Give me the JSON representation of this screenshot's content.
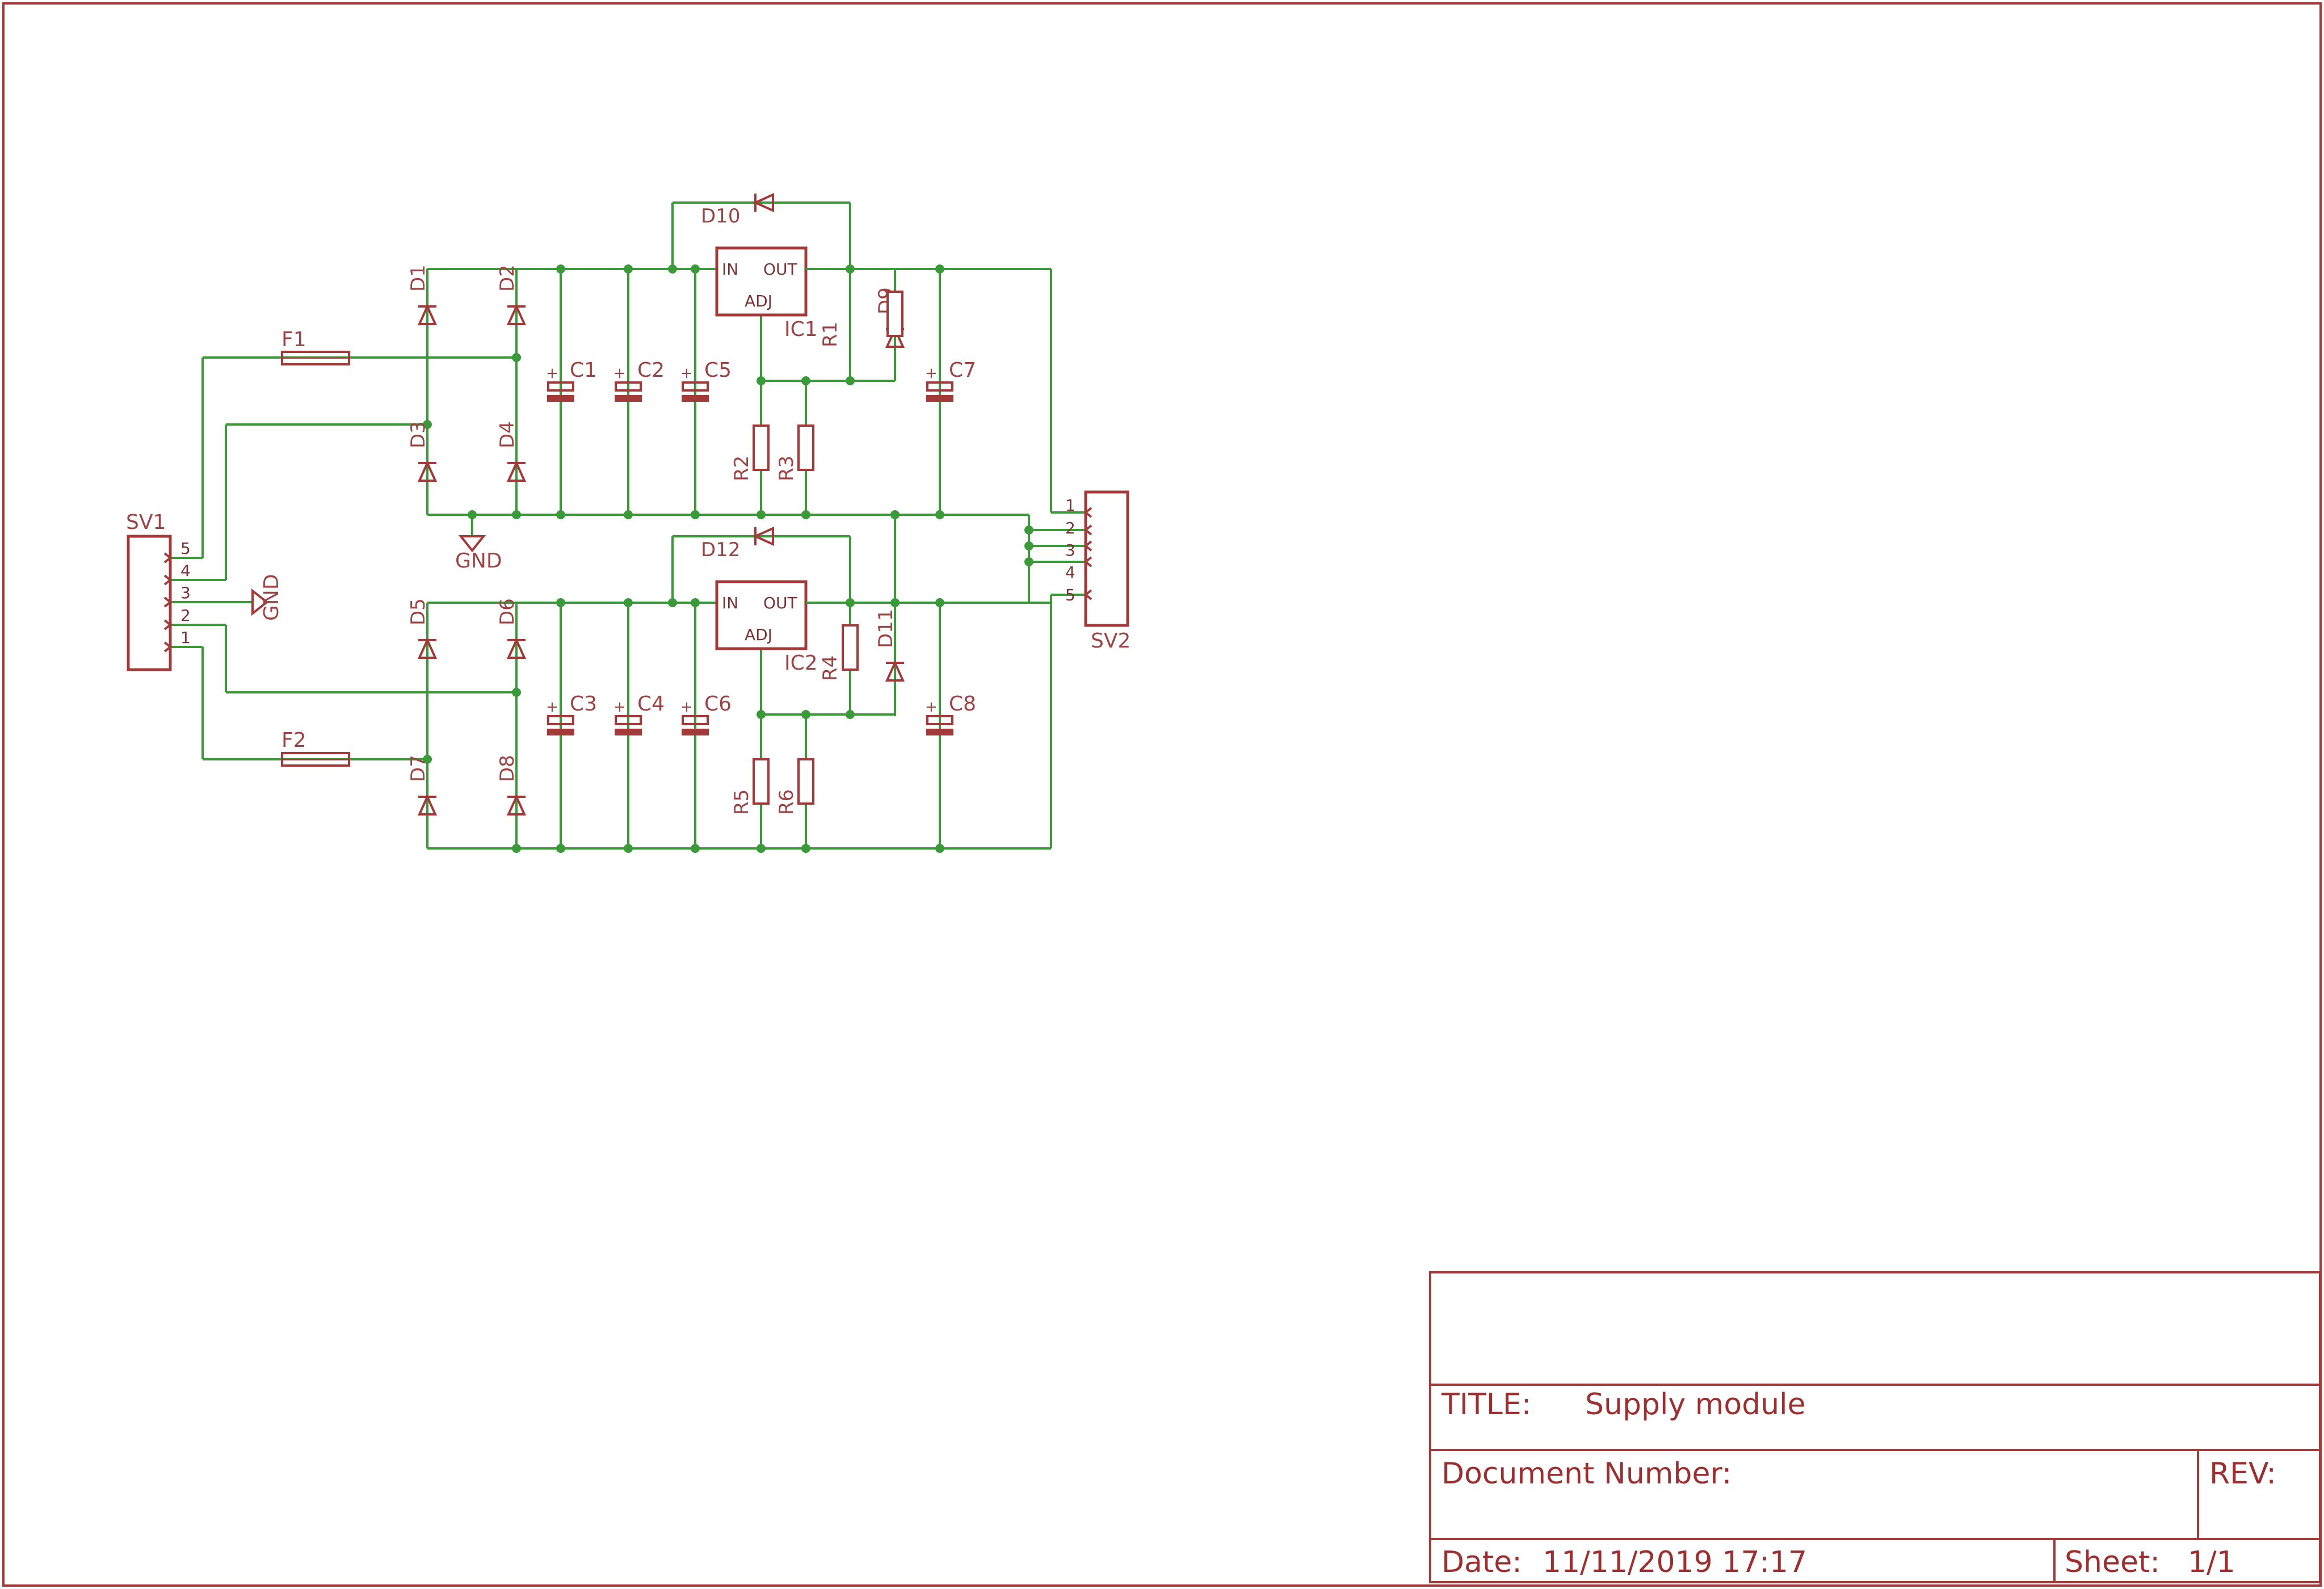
{
  "colors": {
    "wire": "#3a9a3a",
    "symbol": "#a33a3a",
    "frame": "#a33a3a",
    "text": "#9c4444"
  },
  "connectors": {
    "sv1": {
      "name": "SV1",
      "pins": [
        "5",
        "4",
        "3",
        "2",
        "1"
      ]
    },
    "sv2": {
      "name": "SV2",
      "pins": [
        "1",
        "2",
        "3",
        "4",
        "5"
      ]
    }
  },
  "fuses": {
    "f1": "F1",
    "f2": "F2"
  },
  "supplies": {
    "gnd_top": "GND",
    "gnd_sv1": "GND"
  },
  "diodes": {
    "d1": "D1",
    "d2": "D2",
    "d3": "D3",
    "d4": "D4",
    "d5": "D5",
    "d6": "D6",
    "d7": "D7",
    "d8": "D8",
    "d9": "D9",
    "d10": "D10",
    "d11": "D11",
    "d12": "D12"
  },
  "capacitors": {
    "c1": "C1",
    "c2": "C2",
    "c3": "C3",
    "c4": "C4",
    "c5": "C5",
    "c6": "C6",
    "c7": "C7",
    "c8": "C8",
    "polarity": "+"
  },
  "resistors": {
    "r1": "R1",
    "r2": "R2",
    "r3": "R3",
    "r4": "R4",
    "r5": "R5",
    "r6": "R6"
  },
  "regulators": {
    "ic1": {
      "name": "IC1",
      "pin_in": "IN",
      "pin_out": "OUT",
      "pin_adj": "ADJ"
    },
    "ic2": {
      "name": "IC2",
      "pin_in": "IN",
      "pin_out": "OUT",
      "pin_adj": "ADJ"
    }
  },
  "title_block": {
    "title_label": "TITLE:",
    "title_value": "Supply module",
    "doc_number_label": "Document Number:",
    "rev_label": "REV:",
    "date_label": "Date:",
    "date_value": "11/11/2019 17:17",
    "sheet_label": "Sheet:",
    "sheet_value": "1/1"
  }
}
